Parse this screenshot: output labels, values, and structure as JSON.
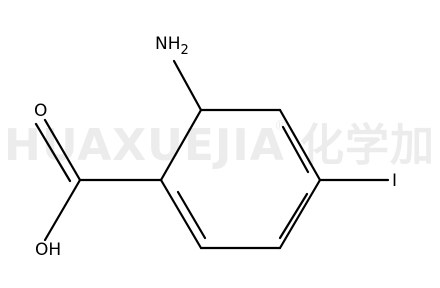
{
  "watermark": {
    "text": "HUAXUEJIA",
    "registered_mark": "®",
    "chinese": "化学加"
  },
  "molecule": {
    "amino_label": "NH",
    "amino_subscript": "2",
    "carbonyl_oxygen": "O",
    "hydroxyl": "OH",
    "iodine": "I"
  }
}
